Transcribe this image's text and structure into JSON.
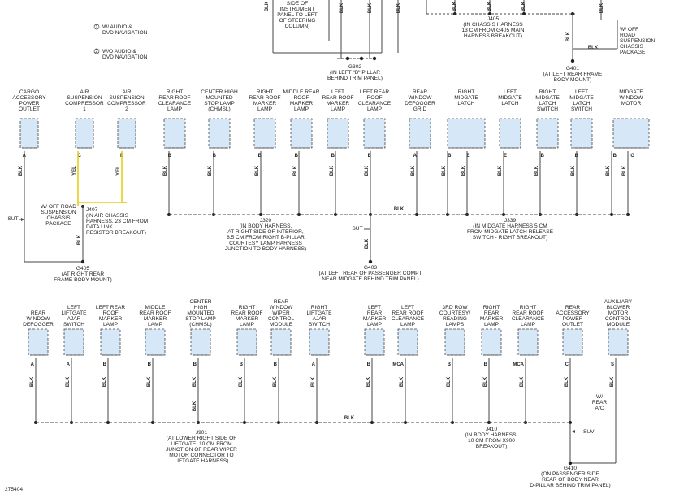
{
  "legend": [
    {
      "num": "1",
      "text": [
        "W/ AUDIO &",
        "DVD NAVIGATION"
      ]
    },
    {
      "num": "2",
      "text": [
        "W/O AUDIO &",
        "DVD NAVIGATION"
      ]
    }
  ],
  "figure_number": "275404",
  "top_fragments": [
    {
      "id": "g302-note",
      "lines": [
        "SIDE OF",
        "INSTRUMENT",
        "PANEL TO LEFT",
        "OF STEERING",
        "COLUMN)"
      ]
    },
    {
      "id": "j405",
      "lines": [
        "J405",
        "(IN CHASSIS HARNESS",
        "13 CM FROM G405 MAIN",
        "HARNESS BREAKOUT)"
      ]
    },
    {
      "id": "g302",
      "lines": [
        "G302",
        "(IN LEFT \"B\" PILLAR",
        "BEHIND TRIM PANEL)"
      ]
    },
    {
      "id": "g401",
      "lines": [
        "G401",
        "(AT LEFT REAR FRAME",
        "BODY MOUNT)"
      ]
    },
    {
      "id": "offroad-top",
      "lines": [
        "W/ OFF",
        "ROAD",
        "SUSPENSION",
        "CHASSIS",
        "PACKAGE"
      ]
    }
  ],
  "top_wire_labels": [
    "BLK",
    "BLK",
    "BLK",
    "BLK",
    "BLK",
    "BLK",
    "BLK",
    "BLK"
  ],
  "row1_components": [
    {
      "id": "cargo-outlet",
      "label": [
        "CARGO",
        "ACCESSORY",
        "POWER",
        "OUTLET"
      ],
      "pins": [
        "A"
      ],
      "wires": [
        "BLK"
      ]
    },
    {
      "id": "air-comp-1",
      "label": [
        "AIR",
        "SUSPENSION",
        "COMPRESSOR",
        "1"
      ],
      "pins": [
        "C"
      ],
      "wires": [
        "YEL"
      ]
    },
    {
      "id": "air-comp-2",
      "label": [
        "AIR",
        "SUSPENSION",
        "COMPRESSOR",
        "2"
      ],
      "pins": [
        "E"
      ],
      "wires": [
        "YEL"
      ]
    },
    {
      "id": "right-rear-roof-clearance",
      "label": [
        "RIGHT",
        "REAR ROOF",
        "CLEARANCE",
        "LAMP"
      ],
      "pins": [
        "B"
      ],
      "wires": [
        "BLK"
      ]
    },
    {
      "id": "chmsl",
      "label": [
        "CENTER HIGH",
        "MOUNTED",
        "STOP LAMP",
        "(CHMSL)"
      ],
      "pins": [
        "B"
      ],
      "wires": [
        "BLK"
      ]
    },
    {
      "id": "right-rear-roof-marker",
      "label": [
        "RIGHT",
        "REAR ROOF",
        "MARKER",
        "LAMP"
      ],
      "pins": [
        "B"
      ],
      "wires": [
        "BLK"
      ]
    },
    {
      "id": "middle-rear-roof-marker",
      "label": [
        "MIDDLE REAR",
        "ROOF",
        "MARKER",
        "LAMP"
      ],
      "pins": [
        "B"
      ],
      "wires": [
        "BLK"
      ]
    },
    {
      "id": "left-rear-roof-marker",
      "label": [
        "LEFT",
        "REAR ROOF",
        "MARKER",
        "LAMP"
      ],
      "pins": [
        "B"
      ],
      "wires": [
        "BLK"
      ]
    },
    {
      "id": "left-rear-roof-clearance",
      "label": [
        "LEFT REAR",
        "ROOF",
        "CLEARANCE",
        "LAMP"
      ],
      "pins": [
        "B"
      ],
      "wires": [
        "BLK"
      ]
    },
    {
      "id": "rear-defogger-grid",
      "label": [
        "REAR",
        "WINDOW",
        "DEFOGGER",
        "GRID"
      ],
      "pins": [
        "A"
      ],
      "wires": [
        "BLK"
      ]
    },
    {
      "id": "right-midgate-latch",
      "label": [
        "RIGHT",
        "MIDGATE",
        "LATCH"
      ],
      "pins": [
        "B",
        "E"
      ],
      "wires": [
        "BLK",
        "BLK"
      ]
    },
    {
      "id": "left-midgate-latch",
      "label": [
        "LEFT",
        "MIDGATE",
        "LATCH"
      ],
      "pins": [
        "E"
      ],
      "wires": [
        "BLK"
      ]
    },
    {
      "id": "right-midgate-latch-switch",
      "label": [
        "RIGHT",
        "MIDGATE",
        "LATCH",
        "SWITCH"
      ],
      "pins": [
        "B"
      ],
      "wires": [
        "BLK"
      ]
    },
    {
      "id": "left-midgate-latch-switch",
      "label": [
        "LEFT",
        "MIDGATE",
        "LATCH",
        "SWITCH"
      ],
      "pins": [
        "B"
      ],
      "wires": [
        "BLK"
      ]
    },
    {
      "id": "midgate-window-motor",
      "label": [
        "MIDGATE",
        "WINDOW",
        "MOTOR"
      ],
      "pins": [
        "B",
        "G"
      ],
      "wires": [
        "BLK",
        "BLK"
      ]
    }
  ],
  "row1_labels": {
    "j407": [
      "J407",
      "(IN AIR CHASSIS",
      "HARNESS, 23 CM FROM",
      "DATA LINK",
      "RESISTOR BREAKOUT)"
    ],
    "offroad": [
      "W/ OFF ROAD",
      "SUSPENSION",
      "CHASSIS",
      "PACKAGE"
    ],
    "suv": "SUT",
    "g405": [
      "G405",
      "(AT RIGHT REAR",
      "FRAME BODY MOUNT)"
    ],
    "j320": [
      "J320",
      "(IN BODY HARNESS,",
      "AT RIGHT SIDE OF INTERIOR,",
      "8.5 CM FROM RIGHT B-PILLAR",
      "COURTESY LAMP HARNESS",
      "JUNCTION TO BODY HARNESS)"
    ],
    "sut2": "SUT",
    "g403": [
      "G403",
      "(AT LEFT REAR OF PASSENGER COMPT",
      "NEAR MIDGATE BEHIND TRIM PANEL)"
    ],
    "j339": [
      "J339",
      "(IN MIDGATE HARNESS 5 CM",
      "FROM MIDGATE LATCH RELEASE",
      "SWITCH - RIGHT BREAKOUT)"
    ],
    "bus_blk": "BLK"
  },
  "row2_components": [
    {
      "id": "rear-window-defogger",
      "label": [
        "REAR",
        "WINDOW",
        "DEFOGGER"
      ],
      "pins": [
        "A"
      ],
      "wires": [
        "BLK"
      ]
    },
    {
      "id": "left-liftgate-ajar",
      "label": [
        "LEFT",
        "LIFTGATE",
        "AJAR",
        "SWITCH"
      ],
      "pins": [
        "A"
      ],
      "wires": [
        "BLK"
      ]
    },
    {
      "id": "left-rear-roof-marker-2",
      "label": [
        "LEFT REAR",
        "ROOF",
        "MARKER",
        "LAMP"
      ],
      "pins": [
        "B"
      ],
      "wires": [
        "BLK"
      ]
    },
    {
      "id": "middle-rear-roof-marker-2",
      "label": [
        "MIDDLE",
        "REAR ROOF",
        "MARKER",
        "LAMP"
      ],
      "pins": [
        "B"
      ],
      "wires": [
        "BLK"
      ]
    },
    {
      "id": "chmsl-2",
      "label": [
        "CENTER",
        "HIGH",
        "MOUNTED",
        "STOP LAMP",
        "(CHMSL)"
      ],
      "pins": [
        "B"
      ],
      "wires": [
        "BLK",
        "BLK"
      ]
    },
    {
      "id": "right-rear-roof-marker-2",
      "label": [
        "RIGHT",
        "REAR ROOF",
        "MARKER",
        "LAMP"
      ],
      "pins": [
        "B"
      ],
      "wires": [
        "BLK"
      ]
    },
    {
      "id": "rear-wiper-module",
      "label": [
        "REAR",
        "WINDOW",
        "WIPER",
        "CONTROL",
        "MODULE"
      ],
      "pins": [
        "B"
      ],
      "wires": [
        "BLK"
      ]
    },
    {
      "id": "right-liftgate-ajar",
      "label": [
        "RIGHT",
        "LIFTGATE",
        "AJAR",
        "SWITCH"
      ],
      "pins": [
        "A"
      ],
      "wires": [
        "BLK"
      ]
    },
    {
      "id": "left-rear-marker",
      "label": [
        "LEFT",
        "REAR",
        "MARKER",
        "LAMP"
      ],
      "pins": [
        "B"
      ],
      "wires": [
        "BLK"
      ]
    },
    {
      "id": "left-rear-roof-clearance-2",
      "label": [
        "LEFT",
        "REAR ROOF",
        "CLEARANCE",
        "LAMP"
      ],
      "pins": [
        "MCA"
      ],
      "wires": [
        "BLK"
      ]
    },
    {
      "id": "courtesy-lamps",
      "label": [
        "3RD ROW",
        "COURTESY/",
        "READING",
        "LAMPS"
      ],
      "pins": [
        "B"
      ],
      "wires": [
        "BLK"
      ]
    },
    {
      "id": "right-rear-marker",
      "label": [
        "RIGHT",
        "REAR",
        "MARKER",
        "LAMP"
      ],
      "pins": [
        "B"
      ],
      "wires": [
        "BLK"
      ]
    },
    {
      "id": "right-rear-roof-clearance-2",
      "label": [
        "RIGHT",
        "REAR ROOF",
        "CLEARANCE",
        "LAMP"
      ],
      "pins": [
        "MCA"
      ],
      "wires": [
        "BLK"
      ]
    },
    {
      "id": "rear-accessory-outlet",
      "label": [
        "REAR",
        "ACCESSORY",
        "POWER",
        "OUTLET"
      ],
      "pins": [
        "C"
      ],
      "wires": [
        "BLK"
      ]
    },
    {
      "id": "aux-blower-module",
      "label": [
        "AUXILIARY",
        "BLOWER",
        "MOTOR",
        "CONTROL",
        "MODULE"
      ],
      "pins": [
        "S"
      ],
      "wires": [
        "BLK"
      ]
    }
  ],
  "row2_labels": {
    "j901": [
      "J901",
      "(AT LOWER RIGHT SIDE OF",
      "LIFTGATE, 10 CM FROM",
      "JUNCTION OF REAR WIPER",
      "MOTOR CONNECTOR TO",
      "LIFTGATE HARNESS)"
    ],
    "j410": [
      "J410",
      "(IN BODY HARNESS,",
      "10 CM FROM X900",
      "BREAKOUT)"
    ],
    "g410": [
      "G410",
      "(ON PASSENGER SIDE",
      "REAR OF BODY NEAR",
      "D-PILLAR BEHIND TRIM PANEL)"
    ],
    "rear_ac": [
      "W/",
      "REAR",
      "A/C"
    ],
    "suv": "SUV",
    "bus_blk": "BLK"
  }
}
